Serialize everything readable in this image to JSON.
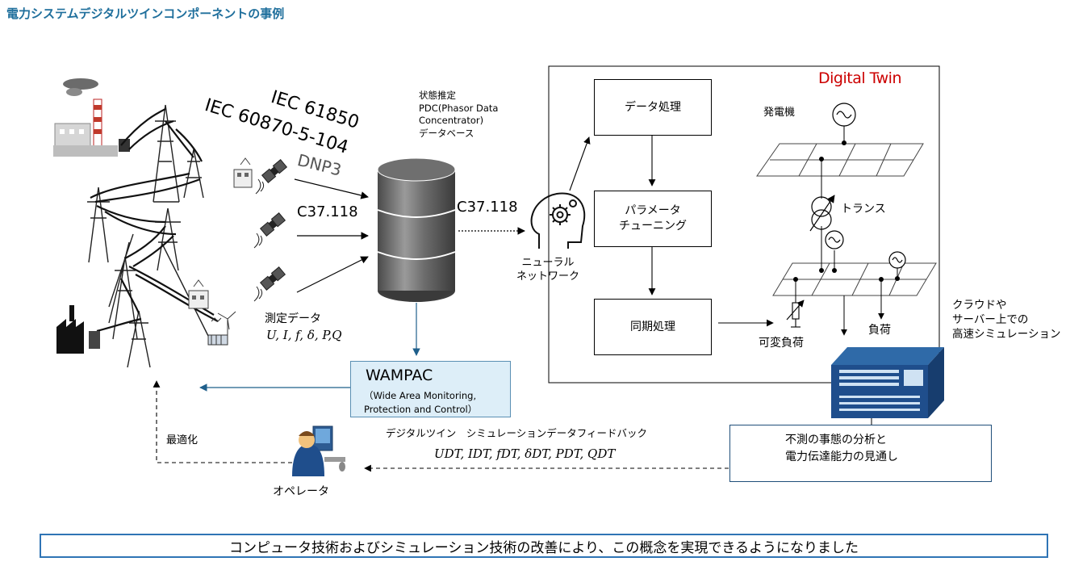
{
  "title": "電力システムデジタルツインコンポーネントの事例",
  "protocols": {
    "p1": "IEC 61850",
    "p2": "IEC 60870-5-104",
    "p3": "DNP3",
    "p4": "C37.118",
    "p5": "C37.118"
  },
  "state_estimation": "状態推定\nPDC(Phasor Data\nConcentrator)\nデータベース",
  "measurement": {
    "label": "測定データ",
    "vars": "U, I, f, δ, P,Q"
  },
  "neural_network": "ニューラル\nネットワーク",
  "digital_twin": {
    "label": "Digital Twin",
    "label_color": "#cc0000",
    "data_processing": "データ処理",
    "parameter_tuning": "パラメータ\nチューニング",
    "sync_processing": "同期処理",
    "generator": "発電機",
    "transformer": "トランス",
    "variable_load": "可変負荷",
    "load": "負荷"
  },
  "cloud_note": "クラウドや\nサーバー上での\n高速シミュレーション",
  "wampac": {
    "title": "WAMPAC",
    "subtitle": "（Wide Area Monitoring,\nProtection and Control）"
  },
  "feedback": {
    "label": "デジタルツイン　シミュレーションデータフィードバック",
    "vars": "UDT, IDT, fDT, δDT, PDT, QDT"
  },
  "optimization": "最適化",
  "operator": "オペレータ",
  "contingency_note": "不測の事態の分析と\n電力伝達能力の見通し",
  "bottom_banner": "コンピュータ技術およびシミュレーション技術の改善により、この概念を実現できるようになりました",
  "icons": [
    "power-plant-icon",
    "transmission-tower-icon",
    "satellite-icon",
    "database-cylinder-icon",
    "ai-head-gear-icon",
    "generator-icon",
    "server-rack-icon",
    "operator-icon",
    "factory-icon",
    "solar-wind-icon"
  ]
}
